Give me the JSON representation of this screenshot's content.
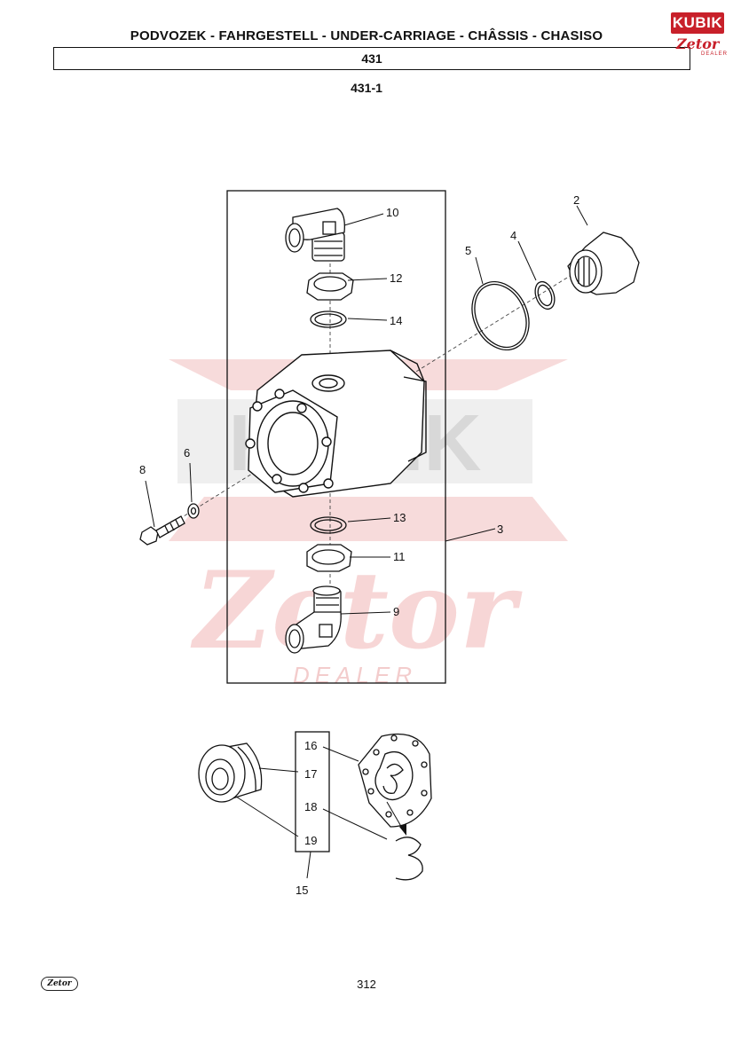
{
  "header": {
    "title": "PODVOZEK - FAHRGESTELL - UNDER-CARRIAGE - CHÂSSIS - CHASISO",
    "group_number": "431",
    "sub_number": "431-1"
  },
  "logo": {
    "brand": "KUBIK",
    "zetor": "Zetor",
    "dealer": "DEALER"
  },
  "watermark": {
    "brand": "KUBIK",
    "zetor": "Zetor",
    "dealer": "DEALER"
  },
  "callouts": {
    "c2": "2",
    "c3": "3",
    "c4": "4",
    "c5": "5",
    "c6": "6",
    "c8": "8",
    "c9": "9",
    "c10": "10",
    "c11": "11",
    "c12": "12",
    "c13": "13",
    "c14": "14",
    "c15": "15",
    "c16": "16",
    "c17": "17",
    "c18": "18",
    "c19": "19"
  },
  "footer": {
    "page_number": "312",
    "logo_text": "Zetor"
  },
  "colors": {
    "watermark_red": "#f3c9c9",
    "watermark_grey": "#dcdcdc",
    "logo_red": "#c8202a"
  }
}
